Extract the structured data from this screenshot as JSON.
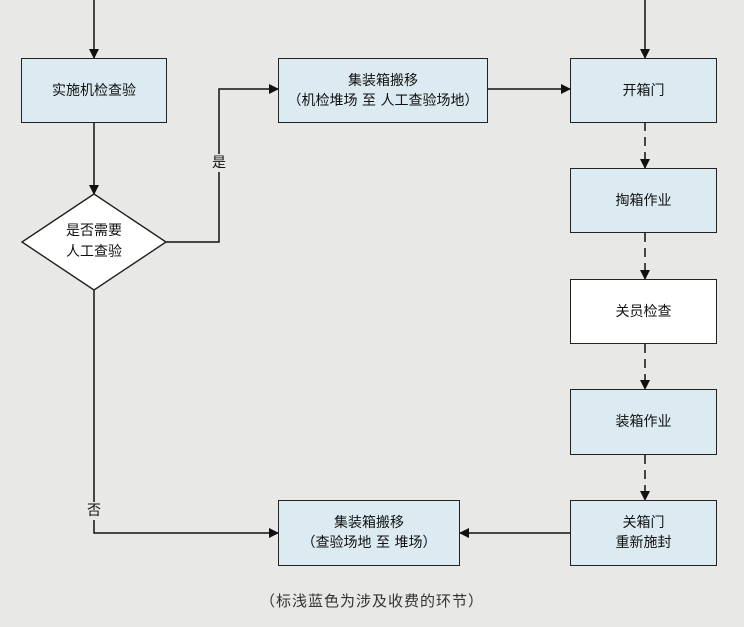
{
  "nodes": {
    "inspect": {
      "label": "实施机检查验"
    },
    "decision": {
      "line1": "是否需要",
      "line2": "人工查验"
    },
    "move1": {
      "line1": "集装箱搬移",
      "line2": "（机检堆场 至 人工查验场地）"
    },
    "open": {
      "label": "开箱门"
    },
    "unload": {
      "label": "掏箱作业"
    },
    "customs": {
      "label": "关员检查"
    },
    "load": {
      "label": "装箱作业"
    },
    "close": {
      "line1": "关箱门",
      "line2": "重新施封"
    },
    "move2": {
      "line1": "集装箱搬移",
      "line2": "（查验场地 至 堆场）"
    }
  },
  "edge_labels": {
    "yes": "是",
    "no": "否"
  },
  "caption": "（标浅蓝色为涉及收费的环节）",
  "colors": {
    "fee_box": "#dcebf1",
    "plain_box": "#ffffff",
    "background": "#e8e8e6"
  }
}
